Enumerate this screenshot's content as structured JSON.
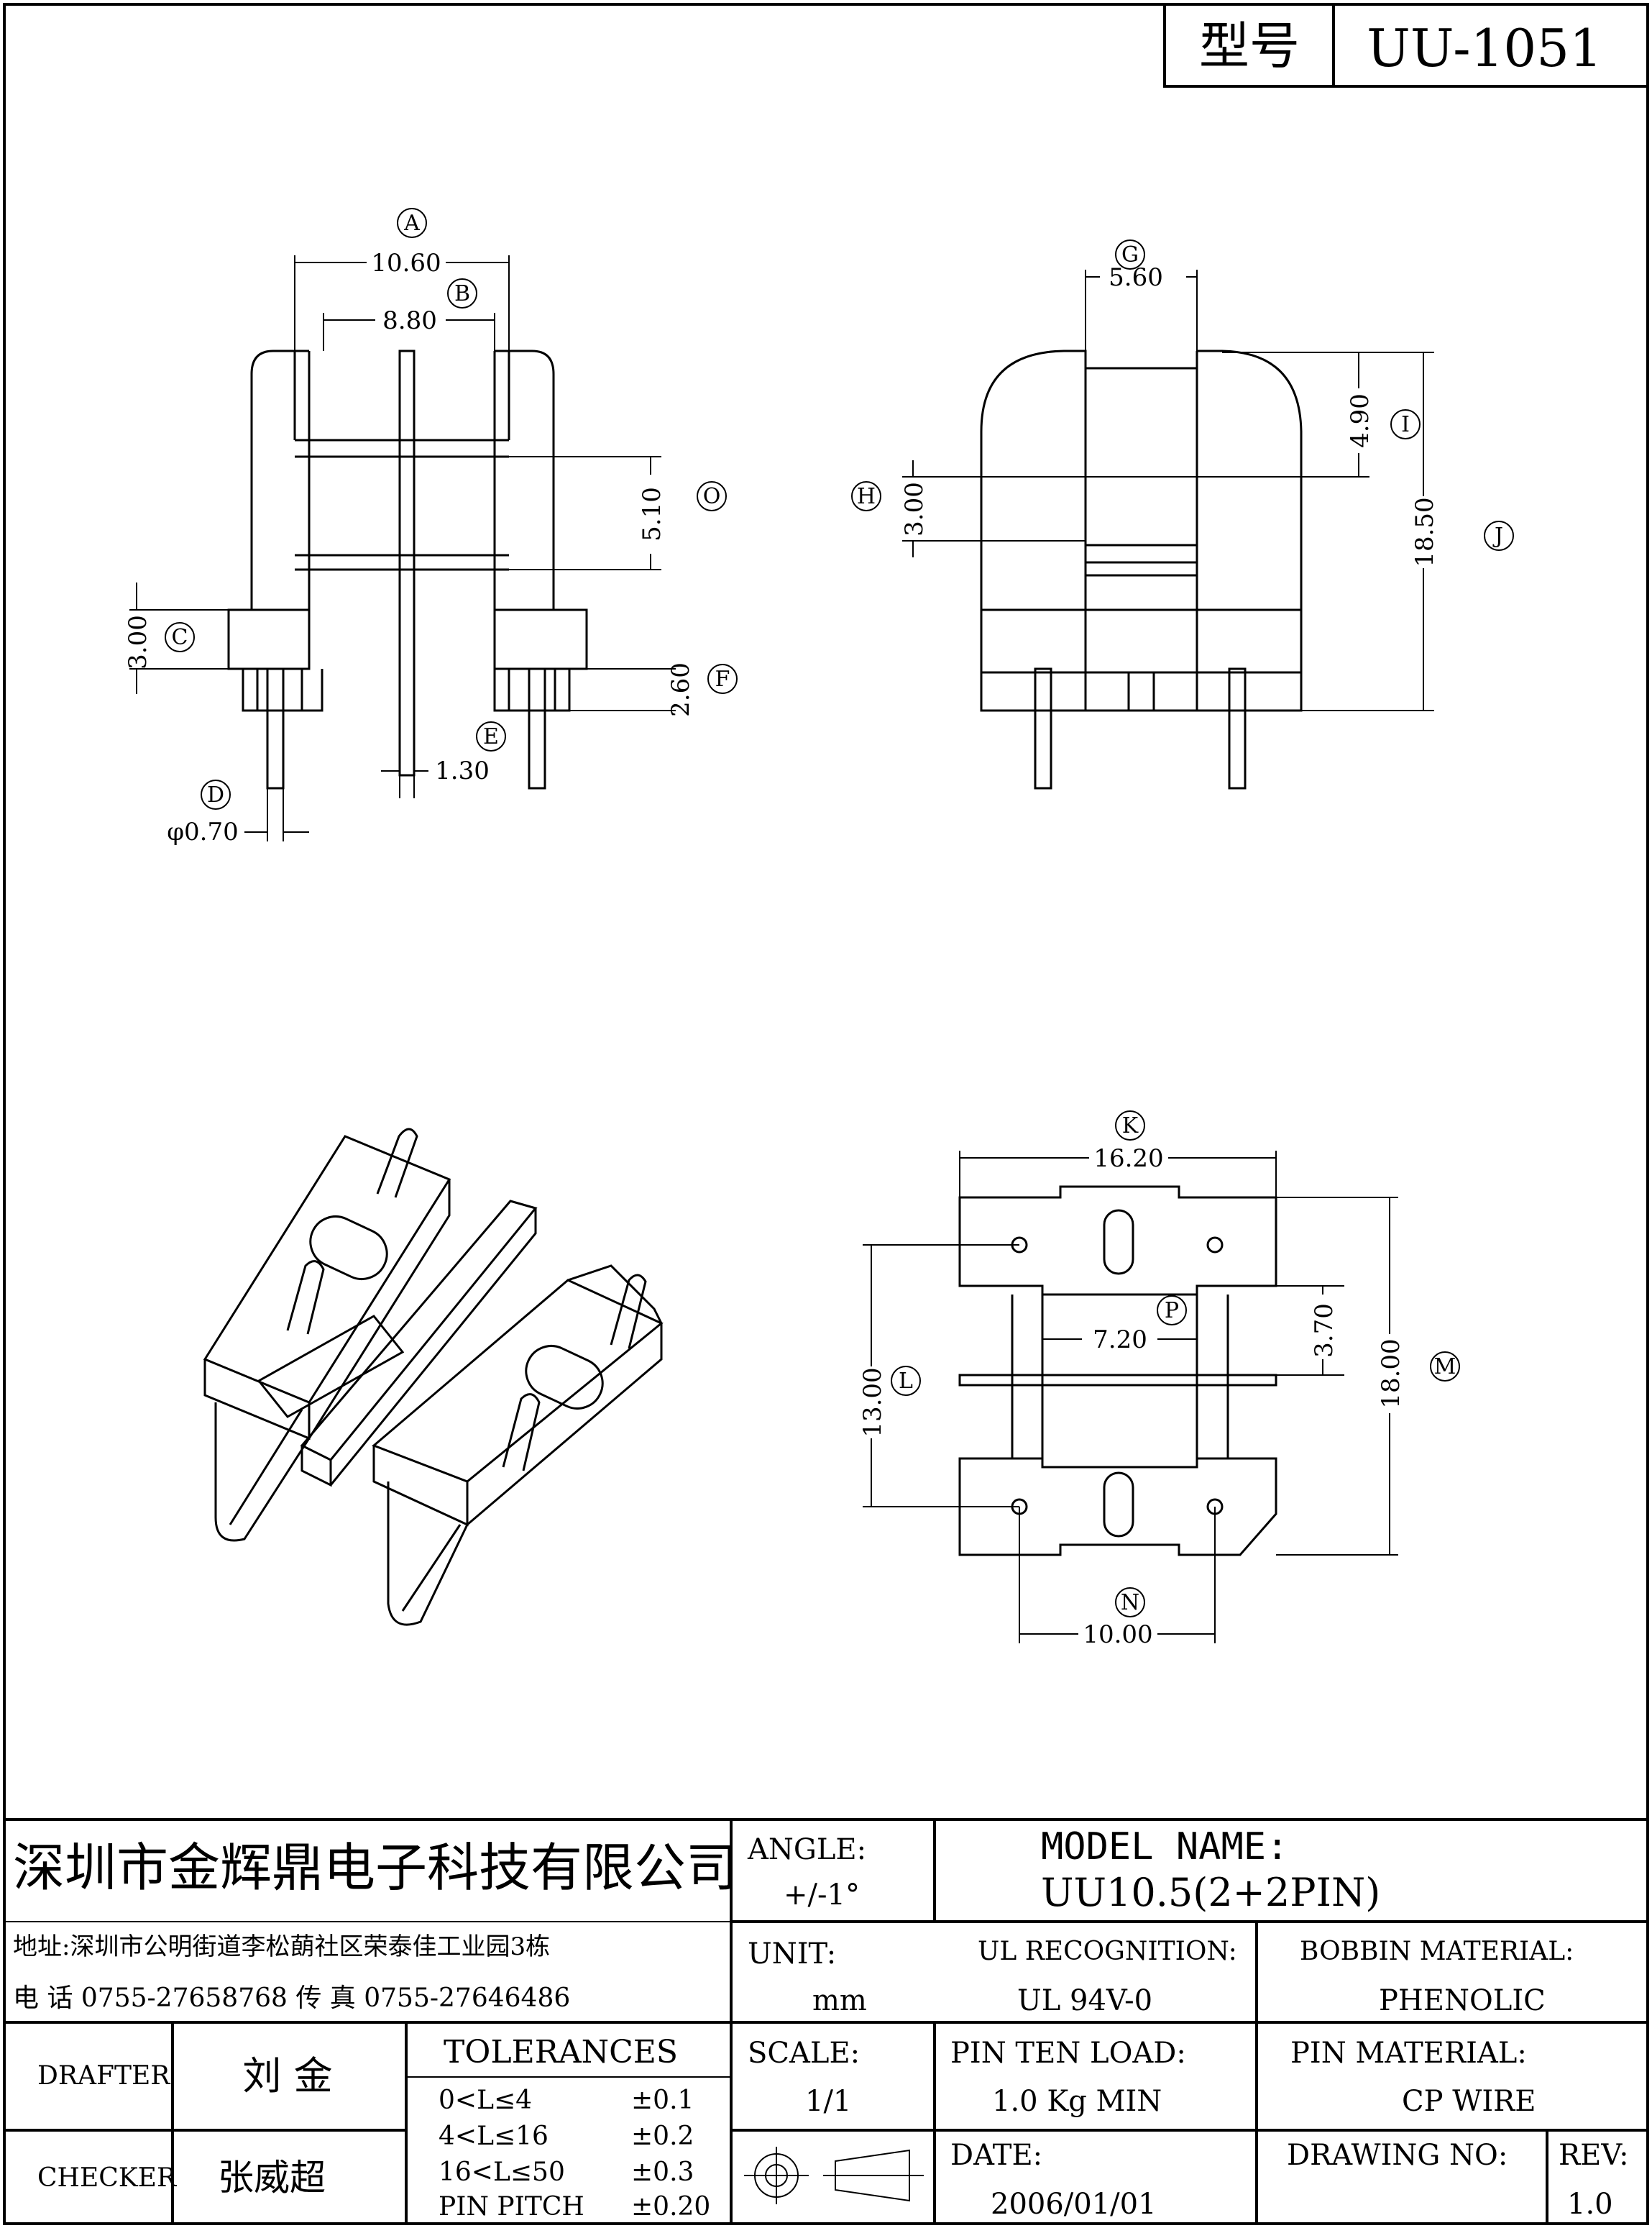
{
  "header": {
    "model_label": "型号",
    "model_number": "UU-1051"
  },
  "front_view": {
    "label_a": "A",
    "dim_a": "10.60",
    "label_b": "B",
    "dim_b": "8.80",
    "label_o": "O",
    "dim_o": "5.10",
    "label_c": "C",
    "dim_c": "3.00",
    "label_f": "F",
    "dim_f": "2.60",
    "label_e": "E",
    "dim_e": "1.30",
    "label_d": "D",
    "dim_d": "φ0.70"
  },
  "side_view": {
    "label_g": "G",
    "dim_g": "5.60",
    "label_i": "I",
    "dim_i": "4.90",
    "label_j": "J",
    "dim_j": "18.50",
    "label_h": "H",
    "dim_h": "3.00"
  },
  "bottom_view": {
    "label_k": "K",
    "dim_k": "16.20",
    "label_p": "P",
    "dim_p": "7.20",
    "dim_p_height": "3.70",
    "label_l": "L",
    "dim_l": "13.00",
    "label_m": "M",
    "dim_m": "18.00",
    "label_n": "N",
    "dim_n": "10.00"
  },
  "title_block": {
    "company_name": "深圳市金辉鼎电子科技有限公司",
    "address": "地址:深圳市公明街道李松蓢社区荣泰佳工业园3栋",
    "contact": "电 话  0755-27658768   传 真  0755-27646486",
    "drafter_label": "DRAFTER",
    "drafter_name": "刘  金",
    "checker_label": "CHECKER",
    "checker_name": "张威超",
    "tolerances_title": "TOLERANCES",
    "tolerances": [
      {
        "range": "0<L≤4",
        "value": "±0.1"
      },
      {
        "range": "4<L≤16",
        "value": "±0.2"
      },
      {
        "range": "16<L≤50",
        "value": "±0.3"
      },
      {
        "range": "PIN PITCH",
        "value": "±0.20"
      }
    ],
    "angle_label": "ANGLE:",
    "angle_value": "+/-1°",
    "model_name_label": "MODEL NAME:",
    "model_name_value": "UU10.5(2+2PIN)",
    "unit_label": "UNIT:",
    "unit_value": "mm",
    "ul_label": "UL RECOGNITION:",
    "ul_value": "UL 94V-0",
    "bobbin_material_label": "BOBBIN MATERIAL:",
    "bobbin_material_value": "PHENOLIC",
    "scale_label": "SCALE:",
    "scale_value": "1/1",
    "pin_ten_load_label": "PIN TEN LOAD:",
    "pin_ten_load_value": "1.0 Kg MIN",
    "pin_material_label": "PIN MATERIAL:",
    "pin_material_value": "CP WIRE",
    "date_label": "DATE:",
    "date_value": "2006/01/01",
    "drawing_no_label": "DRAWING NO:",
    "rev_label": "REV:",
    "rev_value": "1.0"
  }
}
